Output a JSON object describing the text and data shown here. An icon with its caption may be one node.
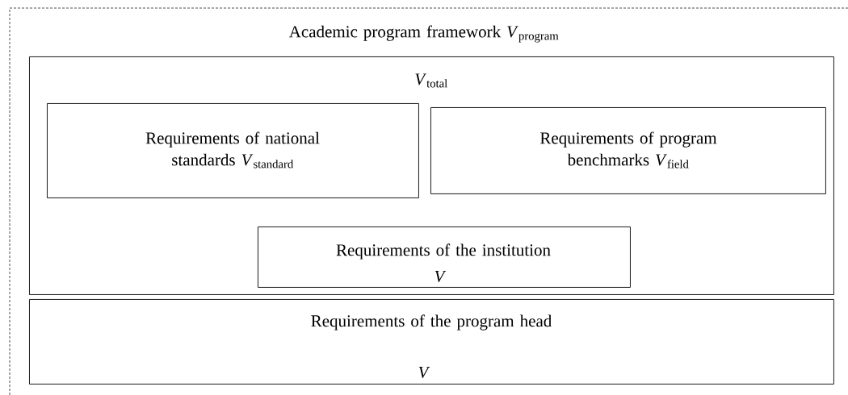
{
  "diagram": {
    "nodes": [
      {
        "text": [
          "Academic program framework *V*$_{program}$"
        ]
      },
      {
        "text": [
          "*V*$_{total}$"
        ],
        "in": 0
      },
      {
        "text": [
          "Requirements of national standards  *V*$_{standard}$"
        ],
        "in": 1
      },
      {
        "text": [
          "Requirements of program benchmarks  *V*$_{field}$"
        ],
        "in": 1
      },
      {
        "text": [
          "Requirements of the institution",
          "*V*"
        ],
        "in": 1
      },
      {
        "text": [
          "Requirements of the program head",
          "*V*"
        ],
        "in": 0
      }
    ]
  }
}
